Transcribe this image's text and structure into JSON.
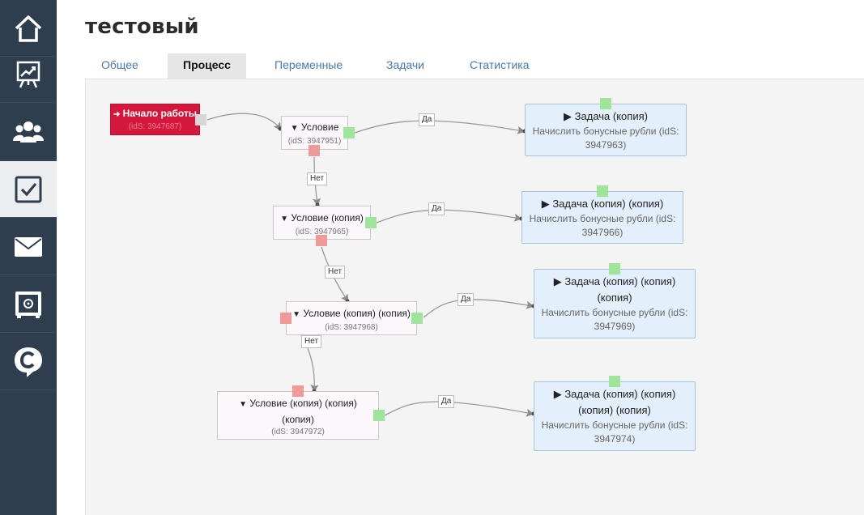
{
  "page": {
    "title": "тестовый"
  },
  "tabs": [
    {
      "label": "Общее",
      "active": false
    },
    {
      "label": "Процесс",
      "active": true
    },
    {
      "label": "Переменные",
      "active": false
    },
    {
      "label": "Задачи",
      "active": false
    },
    {
      "label": "Статистика",
      "active": false
    }
  ],
  "sidebar": {
    "items": [
      {
        "icon": "home-icon"
      },
      {
        "icon": "presentation-chart-icon"
      },
      {
        "icon": "users-group-icon"
      },
      {
        "icon": "checkbox-icon",
        "active": true
      },
      {
        "icon": "mail-icon"
      },
      {
        "icon": "safe-icon"
      },
      {
        "icon": "chat-c-icon"
      }
    ]
  },
  "nodes": {
    "start": {
      "title": "Начало работы",
      "ids": "(idS: 3947687)"
    },
    "cond1": {
      "title": "Условие",
      "ids": "(idS: 3947951)"
    },
    "cond2": {
      "title": "Условие (копия)",
      "ids": "(idS: 3947965)"
    },
    "cond3": {
      "title": "Условие (копия) (копия)",
      "ids": "(idS: 3947968)"
    },
    "cond4": {
      "title_line1": "Условие (копия) (копия)",
      "title_line2": "(копия)",
      "ids": "(idS: 3947972)"
    },
    "task1": {
      "title": "Задача (копия)",
      "desc_line1": "Начислить бонусные рубли (idS:",
      "desc_line2": "3947963)"
    },
    "task2": {
      "title": "Задача (копия) (копия)",
      "desc_line1": "Начислить бонусные рубли (idS:",
      "desc_line2": "3947966)"
    },
    "task3": {
      "title_line1": "Задача (копия) (копия)",
      "title_line2": "(копия)",
      "desc_line1": "Начислить бонусные рубли (idS:",
      "desc_line2": "3947969)"
    },
    "task4": {
      "title_line1": "Задача (копия) (копия)",
      "title_line2": "(копия) (копия)",
      "desc_line1": "Начислить бонусные рубли (idS:",
      "desc_line2": "3947974)"
    }
  },
  "edge_labels": {
    "yes": "Да",
    "no": "Нет"
  },
  "colors": {
    "sidebar": "#2e3e4e",
    "start_node": "#d3183b",
    "port_yes": "#9ee59b",
    "port_no": "#ef9999",
    "task_fill": "#e3effb",
    "link": "#4a78a8"
  }
}
